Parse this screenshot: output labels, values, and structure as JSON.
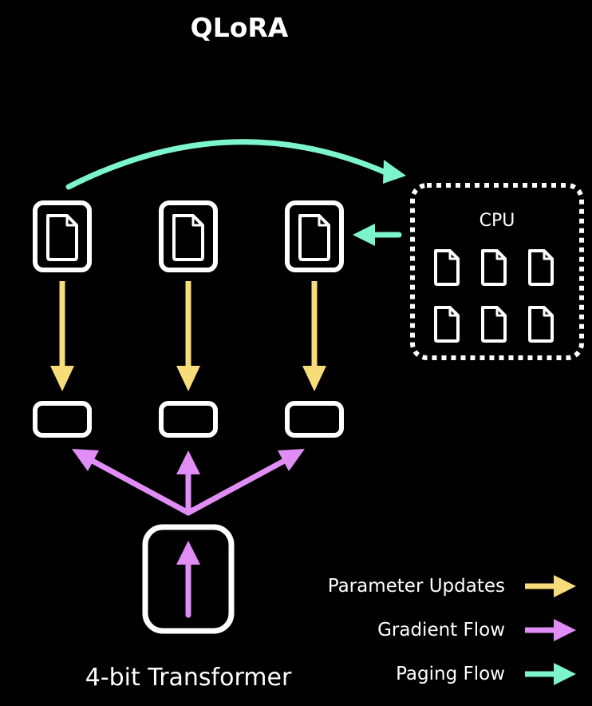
{
  "title": "QLoRA",
  "cpu": {
    "label": "CPU"
  },
  "transformer": {
    "label": "4-bit Transformer"
  },
  "legend": [
    {
      "label": "Parameter Updates",
      "color": "#f6dd7a"
    },
    {
      "label": "Gradient Flow",
      "color": "#e08ef5"
    },
    {
      "label": "Paging Flow",
      "color": "#7cf5cf"
    }
  ],
  "colors": {
    "background": "#000000",
    "outline": "#ffffff",
    "parameter_updates": "#f6dd7a",
    "gradient_flow": "#e08ef5",
    "paging_flow": "#7cf5cf"
  },
  "icons": {
    "optimizer_state": "document-icon",
    "adapter": "rounded-rect",
    "cpu_memory": "document-icon"
  }
}
